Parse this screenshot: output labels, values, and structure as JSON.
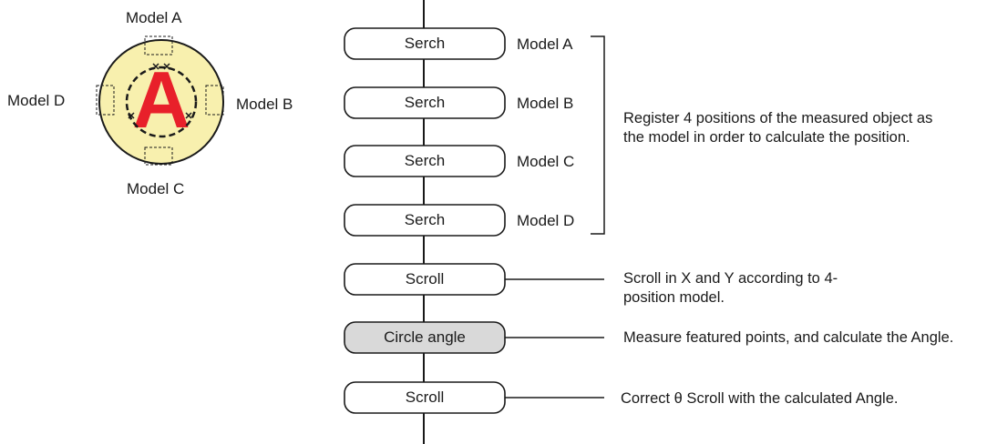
{
  "colors": {
    "line": "#1a1a1a",
    "circle_fill": "#f8f0ae",
    "letter": "#e8202a",
    "highlight_box": "#d9d9d9",
    "box_fill": "#ffffff"
  },
  "object_view": {
    "letter": "A",
    "model_labels": {
      "a": "Model A",
      "b": "Model B",
      "c": "Model C",
      "d": "Model D"
    }
  },
  "flow": {
    "steps": [
      {
        "label": "Serch",
        "model": "Model A",
        "highlighted": false
      },
      {
        "label": "Serch",
        "model": "Model B",
        "highlighted": false
      },
      {
        "label": "Serch",
        "model": "Model C",
        "highlighted": false
      },
      {
        "label": "Serch",
        "model": "Model D",
        "highlighted": false
      },
      {
        "label": "Scroll",
        "model": "",
        "highlighted": false
      },
      {
        "label": "Circle angle",
        "model": "",
        "highlighted": true
      },
      {
        "label": "Scroll",
        "model": "",
        "highlighted": false
      }
    ],
    "descriptions": {
      "register": "Register 4 positions of the measured object as the model in order to calculate the position.",
      "scroll_xy": "Scroll in X and Y according to 4-position model.",
      "measure": "Measure featured points, and calculate the Angle.",
      "correct": "Correct θ Scroll with the calculated Angle."
    }
  }
}
